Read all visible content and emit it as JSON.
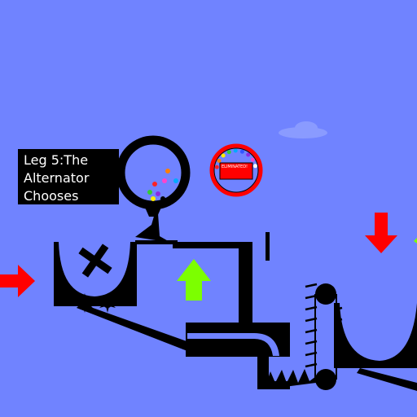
{
  "scene": {
    "background_color": "#7083ff",
    "track_color": "#000000",
    "label": {
      "line1": "Leg 5:The",
      "line2": "Alternator",
      "line3": "Chooses"
    },
    "elimination_sign": {
      "text": "ELIMINATED!",
      "ring_color": "#ff0000",
      "panel_color": "#ff0000"
    },
    "arrows": [
      {
        "direction": "right",
        "color": "#ff0000",
        "icon": "red-arrow-right-icon"
      },
      {
        "direction": "up",
        "color": "#7cff00",
        "icon": "green-arrow-up-icon"
      },
      {
        "direction": "down",
        "color": "#ff0000",
        "icon": "red-arrow-down-icon"
      }
    ],
    "marble_colors": [
      "#ff2222",
      "#ff7f00",
      "#ffee00",
      "#33cc33",
      "#00aaff",
      "#3355ff",
      "#8a2be2",
      "#ff44cc",
      "#ffffff",
      "#000000"
    ]
  }
}
